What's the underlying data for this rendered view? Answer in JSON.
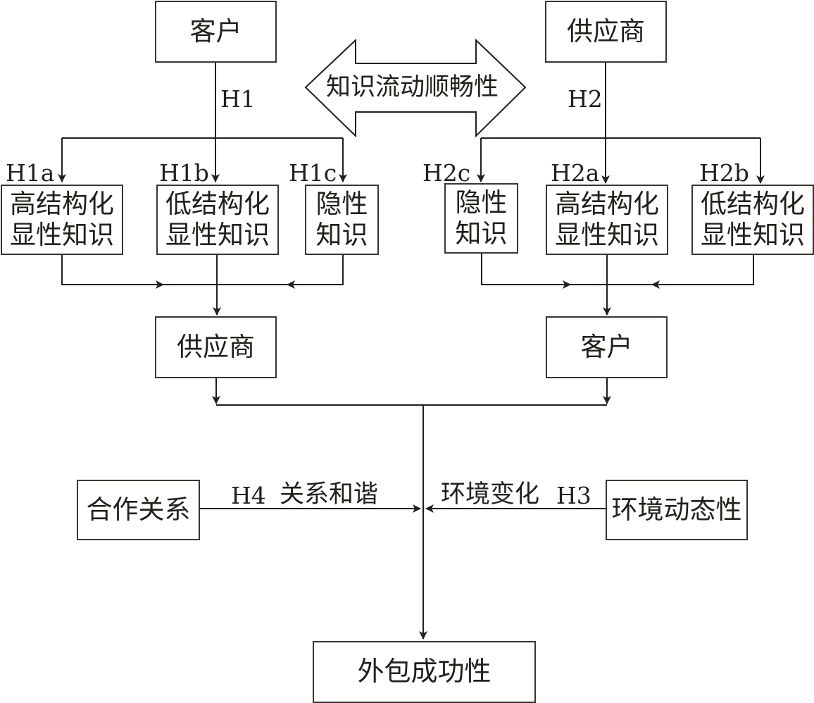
{
  "nodes": {
    "customer_top": "客户",
    "supplier_top": "供应商",
    "knowledge_flow": "知识流动顺畅性",
    "h1_high_line1": "高结构化",
    "h1_high_line2": "显性知识",
    "h1_low_line1": "低结构化",
    "h1_low_line2": "显性知识",
    "h1_tacit_line1": "隐性",
    "h1_tacit_line2": "知识",
    "h2_tacit_line1": "隐性",
    "h2_tacit_line2": "知识",
    "h2_high_line1": "高结构化",
    "h2_high_line2": "显性知识",
    "h2_low_line1": "低结构化",
    "h2_low_line2": "显性知识",
    "supplier_mid": "供应商",
    "customer_mid": "客户",
    "cooperation": "合作关系",
    "env_dynamics": "环境动态性",
    "outsourcing": "外包成功性"
  },
  "labels": {
    "h1": "H1",
    "h2": "H2",
    "h1a": "H1a",
    "h1b": "H1b",
    "h1c": "H1c",
    "h2c": "H2c",
    "h2a": "H2a",
    "h2b": "H2b",
    "h4": "H4",
    "h4_text": "关系和谐",
    "h3_text": "环境变化",
    "h3": "H3"
  }
}
